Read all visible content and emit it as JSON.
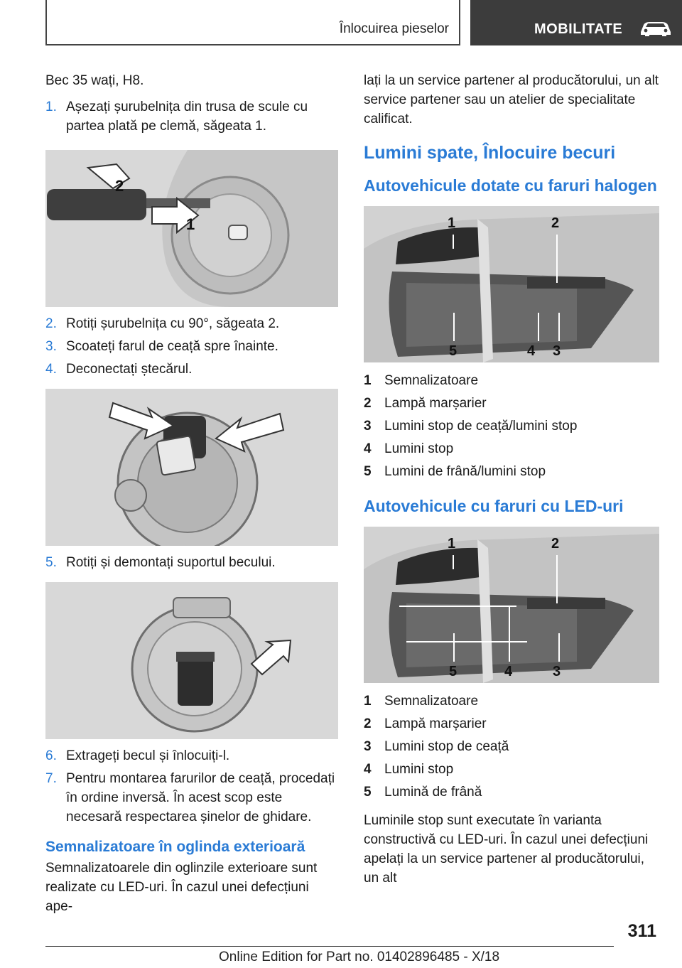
{
  "header": {
    "section": "Înlocuirea pieselor",
    "chapter": "MOBILITATE"
  },
  "left": {
    "intro": "Bec 35 wați, H8.",
    "steps": [
      {
        "num": "1.",
        "text": "Așezați șurubelnița din trusa de scule cu partea plată pe clemă, săgeata 1."
      },
      {
        "num": "2.",
        "text": "Rotiți șurubelnița cu 90°, săgeata 2."
      },
      {
        "num": "3.",
        "text": "Scoateți farul de ceață spre înainte."
      },
      {
        "num": "4.",
        "text": "Deconectați ștecărul."
      },
      {
        "num": "5.",
        "text": "Rotiți și demontați suportul becului."
      },
      {
        "num": "6.",
        "text": "Extrageți becul și înlocuiți-l."
      },
      {
        "num": "7.",
        "text": "Pentru montarea farurilor de ceață, procedați în ordine inversă. În acest scop este necesară respectarea șinelor de ghidare."
      }
    ],
    "fig1_labels": [
      "2",
      "1"
    ],
    "mirror_heading": "Semnalizatoare în oglinda exterioară",
    "mirror_text": "Semnalizatoarele din oglinzile exterioare sunt realizate cu LED-uri. În cazul unei defecțiuni ape-"
  },
  "right": {
    "cont_text": "lați la un service partener al producătorului, un alt service partener sau un atelier de specialitate calificat.",
    "heading1": "Lumini spate, Înlocuire becuri",
    "heading2a": "Autovehicule dotate cu faruri halogen",
    "fig_a_labels": [
      "1",
      "2",
      "5",
      "4",
      "3"
    ],
    "legend_a": [
      {
        "n": "1",
        "t": "Semnalizatoare"
      },
      {
        "n": "2",
        "t": "Lampă marșarier"
      },
      {
        "n": "3",
        "t": "Lumini stop de ceață/lumini stop"
      },
      {
        "n": "4",
        "t": "Lumini stop"
      },
      {
        "n": "5",
        "t": "Lumini de frână/lumini stop"
      }
    ],
    "heading2b": "Autovehicule cu faruri cu LED-uri",
    "fig_b_labels": [
      "1",
      "2",
      "5",
      "4",
      "3"
    ],
    "legend_b": [
      {
        "n": "1",
        "t": "Semnalizatoare"
      },
      {
        "n": "2",
        "t": "Lampă marșarier"
      },
      {
        "n": "3",
        "t": "Lumini stop de ceață"
      },
      {
        "n": "4",
        "t": "Lumini stop"
      },
      {
        "n": "5",
        "t": "Lumină de frână"
      }
    ],
    "end_text": "Luminile stop sunt executate în varianta constructivă cu LED-uri. În cazul unei defecțiuni apelați la un service partener al producătorului, un alt"
  },
  "footer": {
    "page": "311",
    "edition": "Online Edition for Part no. 01402896485 - X/18"
  },
  "colors": {
    "accent": "#2a7bd5",
    "header_dark": "#3c3c3c",
    "figure_bg": "#d6d6d6"
  }
}
